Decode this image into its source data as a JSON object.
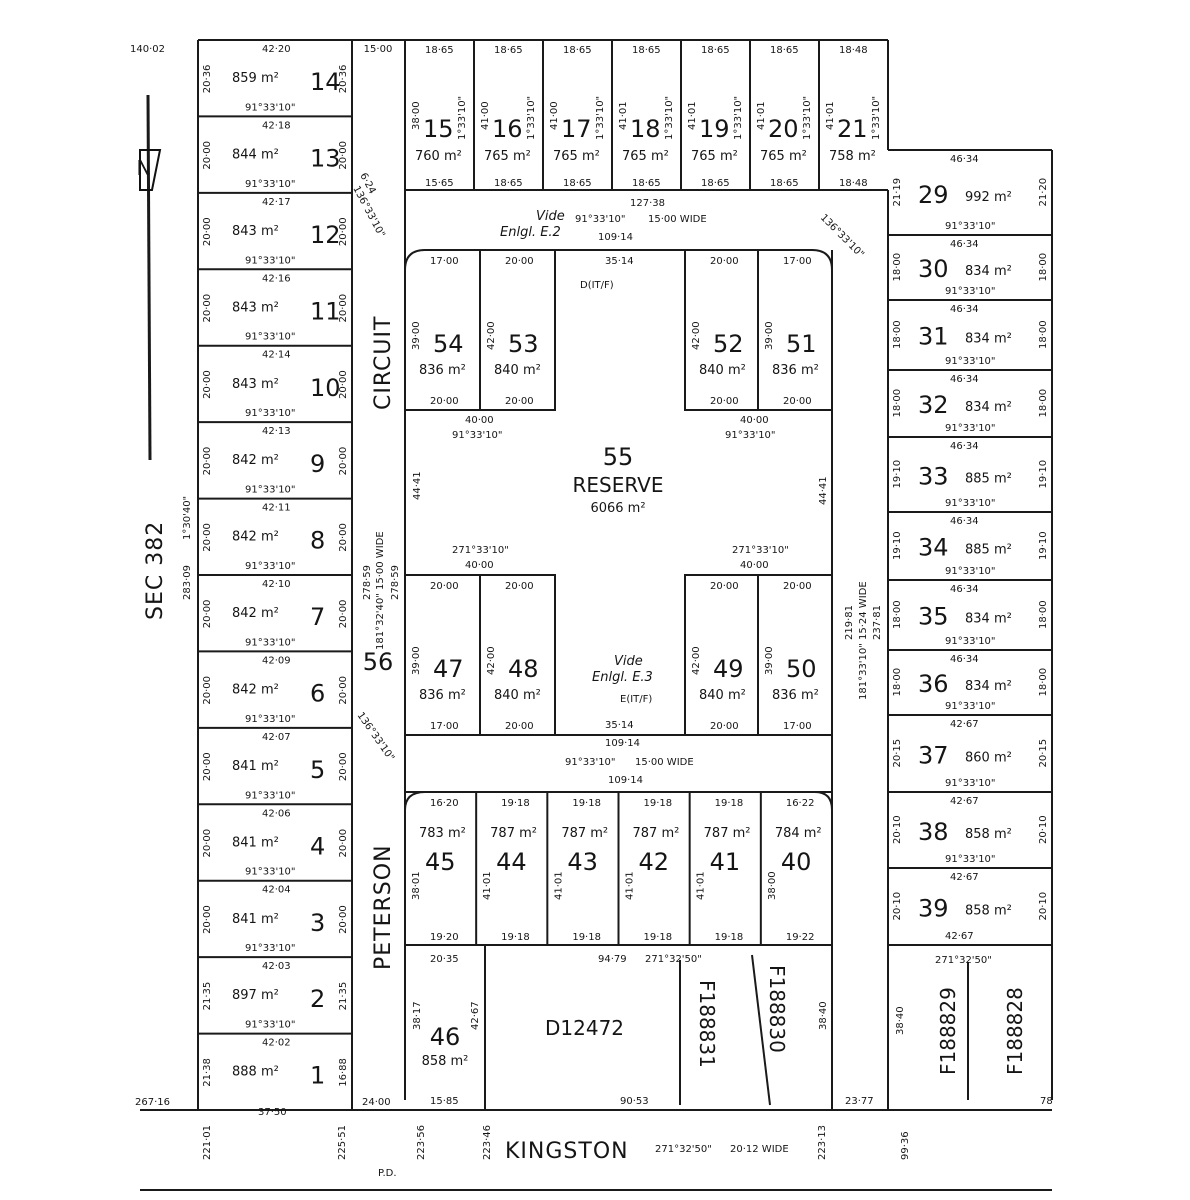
{
  "north": "N",
  "section": "SEC 382",
  "corner_tl": "140·02",
  "west_edge": {
    "dim": "283·09",
    "bearing": "1°30'40\""
  },
  "streets": {
    "kingston": {
      "name": "KINGSTON",
      "bearing": "271°32'50\"",
      "width": "20·12 WIDE"
    },
    "peterson": {
      "word1": "PETERSON",
      "word2": "CIRCUIT",
      "width": "15·00 WIDE",
      "bearing": "181°32'40\"",
      "dim1": "278·59",
      "dim2": "278·59"
    },
    "top_road": {
      "label": "Vide",
      "ref": "Enlgl. E.2",
      "bearing": "91°33'10\"",
      "width": "15·00 WIDE",
      "dim1": "127·38",
      "dim2": "109·14"
    },
    "bottom_road": {
      "label": "Vide",
      "ref": "Enlgl. E.3",
      "bearing": "91°33'10\"",
      "width": "15·00 WIDE",
      "dim1": "109·14",
      "dim2": "109·14"
    },
    "east_road": {
      "bearing": "181°33'10\"",
      "width": "15·24 WIDE",
      "dim1": "219·81",
      "dim2": "237·81"
    }
  },
  "west_lots": [
    {
      "num": "14",
      "area": "859 m²",
      "top": "42·20",
      "left": "20·36",
      "right": "20·36",
      "brg": "91°33'10\""
    },
    {
      "num": "13",
      "area": "844 m²",
      "top": "42·18",
      "left": "20·00",
      "right": "20·00",
      "brg": "91°33'10\""
    },
    {
      "num": "12",
      "area": "843 m²",
      "top": "42·17",
      "left": "20·00",
      "right": "20·00",
      "brg": "91°33'10\""
    },
    {
      "num": "11",
      "area": "843 m²",
      "top": "42·16",
      "left": "20·00",
      "right": "20·00",
      "brg": "91°33'10\""
    },
    {
      "num": "10",
      "area": "843 m²",
      "top": "42·14",
      "left": "20·00",
      "right": "20·00",
      "brg": "91°33'10\""
    },
    {
      "num": "9",
      "area": "842 m²",
      "top": "42·13",
      "left": "20·00",
      "right": "20·00",
      "brg": "91°33'10\""
    },
    {
      "num": "8",
      "area": "842 m²",
      "top": "42·11",
      "left": "20·00",
      "right": "20·00",
      "brg": "91°33'10\""
    },
    {
      "num": "7",
      "area": "842 m²",
      "top": "42·10",
      "left": "20·00",
      "right": "20·00",
      "brg": "91°33'10\""
    },
    {
      "num": "6",
      "area": "842 m²",
      "top": "42·09",
      "left": "20·00",
      "right": "20·00",
      "brg": "91°33'10\""
    },
    {
      "num": "5",
      "area": "841 m²",
      "top": "42·07",
      "left": "20·00",
      "right": "20·00",
      "brg": "91°33'10\""
    },
    {
      "num": "4",
      "area": "841 m²",
      "top": "42·06",
      "left": "20·00",
      "right": "20·00",
      "brg": "91°33'10\""
    },
    {
      "num": "3",
      "area": "841 m²",
      "top": "42·04",
      "left": "20·00",
      "right": "20·00",
      "brg": "91°33'10\""
    },
    {
      "num": "2",
      "area": "897 m²",
      "top": "42·03",
      "left": "21·35",
      "right": "21·35",
      "brg": "91°33'10\""
    },
    {
      "num": "1",
      "area": "888 m²",
      "top": "42·02",
      "left": "21·38",
      "right": "16·88",
      "brg": "",
      "bottom": "37·50"
    }
  ],
  "top_lots": [
    {
      "num": "15",
      "area": "760 m²",
      "top": "18·65",
      "bottom": "15·65",
      "side": "38·00"
    },
    {
      "num": "16",
      "area": "765 m²",
      "top": "18·65",
      "bottom": "18·65",
      "side": "41·00"
    },
    {
      "num": "17",
      "area": "765 m²",
      "top": "18·65",
      "bottom": "18·65",
      "side": "41·00"
    },
    {
      "num": "18",
      "area": "765 m²",
      "top": "18·65",
      "bottom": "18·65",
      "side": "41·01"
    },
    {
      "num": "19",
      "area": "765 m²",
      "top": "18·65",
      "bottom": "18·65",
      "side": "41·01"
    },
    {
      "num": "20",
      "area": "765 m²",
      "top": "18·65",
      "bottom": "18·65",
      "side": "41·01"
    },
    {
      "num": "21",
      "area": "758 m²",
      "top": "18·48",
      "bottom": "18·48",
      "side": "41·01"
    }
  ],
  "top_lot_bearing": "1°33'10\"",
  "east_lots": [
    {
      "num": "29",
      "area": "992 m²",
      "top": "46·34",
      "side": "21·19",
      "side2": "21·20",
      "brg": "91°33'10\""
    },
    {
      "num": "30",
      "area": "834 m²",
      "top": "46·34",
      "side": "18·00",
      "side2": "18·00",
      "brg": "91°33'10\""
    },
    {
      "num": "31",
      "area": "834 m²",
      "top": "46·34",
      "side": "18·00",
      "side2": "18·00",
      "brg": "91°33'10\""
    },
    {
      "num": "32",
      "area": "834 m²",
      "top": "46·34",
      "side": "18·00",
      "side2": "18·00",
      "brg": "91°33'10\""
    },
    {
      "num": "33",
      "area": "885 m²",
      "top": "46·34",
      "side": "19·10",
      "side2": "19·10",
      "brg": "91°33'10\""
    },
    {
      "num": "34",
      "area": "885 m²",
      "top": "46·34",
      "side": "19·10",
      "side2": "19·10",
      "brg": "91°33'10\""
    },
    {
      "num": "35",
      "area": "834 m²",
      "top": "46·34",
      "side": "18·00",
      "side2": "18·00",
      "brg": "91°33'10\""
    },
    {
      "num": "36",
      "area": "834 m²",
      "top": "46·34",
      "side": "18·00",
      "side2": "18·00",
      "brg": "91°33'10\""
    },
    {
      "num": "37",
      "area": "860 m²",
      "top": "42·67",
      "side": "20·15",
      "side2": "20·15",
      "brg": "91°33'10\""
    },
    {
      "num": "38",
      "area": "858 m²",
      "top": "42·67",
      "side": "20·10",
      "side2": "20·10",
      "brg": "91°33'10\""
    },
    {
      "num": "39",
      "area": "858 m²",
      "top": "42·67",
      "side": "20·10",
      "side2": "20·10",
      "brg": "42·67"
    }
  ],
  "inner_top": [
    {
      "num": "54",
      "area": "836 m²",
      "top": "17·00",
      "bottom": "20·00",
      "side": "39·00"
    },
    {
      "num": "53",
      "area": "840 m²",
      "top": "20·00",
      "bottom": "20·00",
      "side": "42·00"
    },
    {
      "num": "52",
      "area": "840 m²",
      "top": "20·00",
      "bottom": "20·00",
      "side": "42·00"
    },
    {
      "num": "51",
      "area": "836 m²",
      "top": "17·00",
      "bottom": "20·00",
      "side": "39·00"
    }
  ],
  "inner_bottom": [
    {
      "num": "47",
      "area": "836 m²",
      "top": "20·00",
      "bottom": "17·00",
      "side": "39·00"
    },
    {
      "num": "48",
      "area": "840 m²",
      "top": "20·00",
      "bottom": "20·00",
      "side": "42·00"
    },
    {
      "num": "49",
      "area": "840 m²",
      "top": "20·00",
      "bottom": "20·00",
      "side": "42·00"
    },
    {
      "num": "50",
      "area": "836 m²",
      "top": "20·00",
      "bottom": "17·00",
      "side": "39·00"
    }
  ],
  "reserve": {
    "num": "55",
    "label": "RESERVE",
    "area": "6066 m²",
    "tl": "40·00",
    "tr": "40·00",
    "bl": "40·00",
    "br": "40·00",
    "side_l": "44·41",
    "side_r": "44·41",
    "brg_top": "91°33'10\"",
    "brg_bot": "271°33'10\"",
    "inner_top": "35·14",
    "inner_bot": "35·14"
  },
  "south_lots": [
    {
      "num": "45",
      "area": "783 m²",
      "top": "16·20",
      "bottom": "19·20",
      "side": "38·01"
    },
    {
      "num": "44",
      "area": "787 m²",
      "top": "19·18",
      "bottom": "19·18",
      "side": "41·01"
    },
    {
      "num": "43",
      "area": "787 m²",
      "top": "19·18",
      "bottom": "19·18",
      "side": "41·01"
    },
    {
      "num": "42",
      "area": "787 m²",
      "top": "19·18",
      "bottom": "19·18",
      "side": "41·01"
    },
    {
      "num": "41",
      "area": "787 m²",
      "top": "19·18",
      "bottom": "19·18",
      "side": "41·01"
    },
    {
      "num": "40",
      "area": "784 m²",
      "top": "16·22",
      "bottom": "19·22",
      "side": "38·00"
    }
  ],
  "lot56": "56",
  "lot46": {
    "num": "46",
    "area": "858 m²",
    "top": "20·35",
    "side": "38·17",
    "side2": "42·67",
    "bottom": "15·85"
  },
  "parcels": {
    "d": "D12472",
    "f1": "F188831",
    "f2": "F188830",
    "f3": "F188829",
    "f4": "F188828"
  },
  "misc": {
    "d12472_top": "94·79",
    "d12472_brg": "271°32'50\"",
    "d12472_bottom": "90·53",
    "f_dim": "38·40",
    "f_brg": "271°32'50\"",
    "east_bottom": "23·77",
    "w_bottom1": "267·16",
    "w_bottom2": "24·00",
    "bottom_right": "78",
    "k1": "221·01",
    "k2": "225·51",
    "k3": "223·56",
    "k4": "223·46",
    "k5": "223·13",
    "k6": "99·36",
    "chord1": "6·24",
    "chord_brg": "136°33'10\"",
    "pm1": "D(IT/F)",
    "pm2": "E(IT/F)",
    "pm3": "P.D.",
    "top_road_dim": "15·00"
  }
}
